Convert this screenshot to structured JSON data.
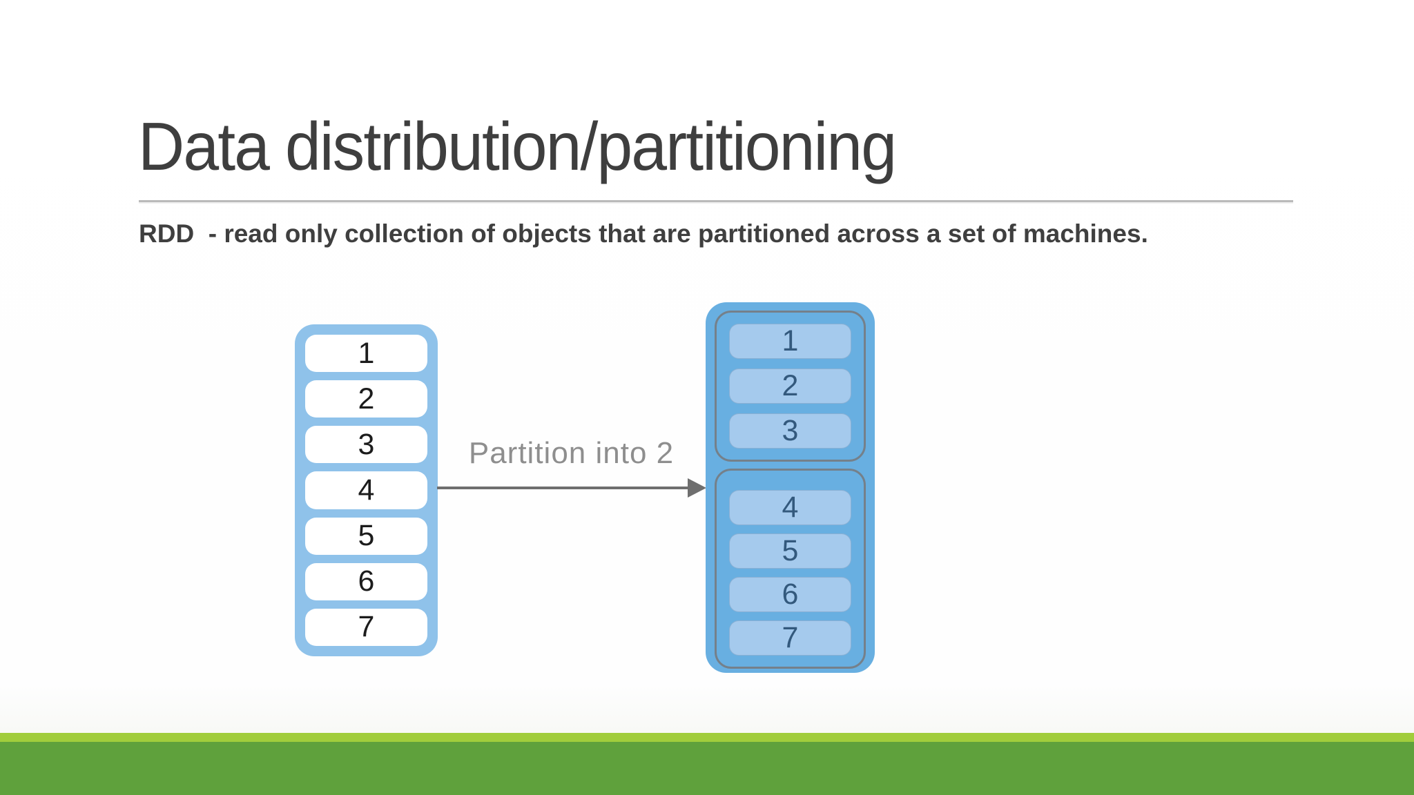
{
  "slide": {
    "title": "Data distribution/partitioning",
    "subtitle": "RDD  - read only collection of objects that are partitioned across a set of machines."
  },
  "diagram": {
    "source_list": {
      "items": [
        "1",
        "2",
        "3",
        "4",
        "5",
        "6",
        "7"
      ]
    },
    "arrow_label": "Partition into 2",
    "partitioned_list": {
      "partitions": [
        {
          "items": [
            "1",
            "2",
            "3"
          ]
        },
        {
          "items": [
            "4",
            "5",
            "6",
            "7"
          ]
        }
      ]
    }
  },
  "colors": {
    "title_text": "#3E3E3E",
    "subtitle_text": "#3F3F3F",
    "rule": "#BABABA",
    "light_blue": "#8FC2EA",
    "cell_white": "#FFFFFF",
    "container_blue": "#68AFE1",
    "cell_blue": "#A5CAED",
    "cell_number_dark": "#33597D",
    "partition_outline": "#75808A",
    "arrow_gray": "#6E6E6E",
    "label_gray": "#8E8E8E",
    "footer_light_green": "#A1CD3C",
    "footer_dark_green": "#5FA13C"
  }
}
